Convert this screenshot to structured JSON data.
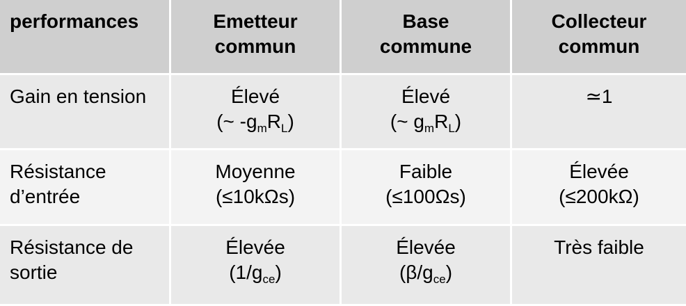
{
  "header": {
    "col1": "performances",
    "col2_line1": "Emetteur",
    "col2_line2": "commun",
    "col3_line1": "Base",
    "col3_line2": "commune",
    "col4_line1": "Collecteur",
    "col4_line2": "commun"
  },
  "rows": {
    "gain": {
      "label": "Gain en tension",
      "ec_line1": "Élevé",
      "ec_prefix": "(~ -g",
      "ec_sub1": "m",
      "ec_mid": "R",
      "ec_sub2": "L",
      "ec_suffix": ")",
      "bc_line1": "Élevé",
      "bc_prefix": "(~ g",
      "bc_sub1": "m",
      "bc_mid": "R",
      "bc_sub2": "L",
      "bc_suffix": ")",
      "cc": "≃1"
    },
    "rin": {
      "label_line1": "Résistance",
      "label_line2": "d’entrée",
      "ec_line1": "Moyenne",
      "ec_line2": "(≤10kΩs)",
      "bc_line1": "Faible",
      "bc_line2": "(≤100Ωs)",
      "cc_line1": "Élevée",
      "cc_line2": "(≤200kΩ)"
    },
    "rout": {
      "label_line1": "Résistance de",
      "label_line2": "sortie",
      "ec_line1": "Élevée",
      "ec_prefix": "(1/g",
      "ec_sub": "ce",
      "ec_suffix": ")",
      "bc_line1": "Élevée",
      "bc_prefix": "(β/g",
      "bc_sub": "ce",
      "bc_suffix": ")",
      "cc": "Très faible"
    }
  }
}
